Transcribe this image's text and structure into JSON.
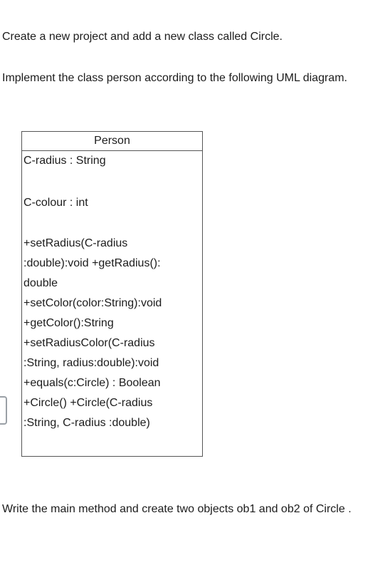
{
  "instructions": {
    "line1": "Create a new project and add a new class called Circle.",
    "line2": "Implement the class person according to the following UML diagram.",
    "line3": "Write the main method and create two objects ob1 and ob2 of Circle ."
  },
  "uml": {
    "class_name": "Person",
    "lines": [
      "C-radius : String",
      "C-colour : int",
      "+setRadius(C-radius",
      ":double):void +getRadius():",
      "double",
      "+setColor(color:String):void",
      "+getColor():String",
      "+setRadiusColor(C-radius",
      ":String, radius:double):void",
      "+equals(c:Circle) : Boolean",
      "+Circle() +Circle(C-radius",
      ":String, C-radius :double)"
    ]
  }
}
